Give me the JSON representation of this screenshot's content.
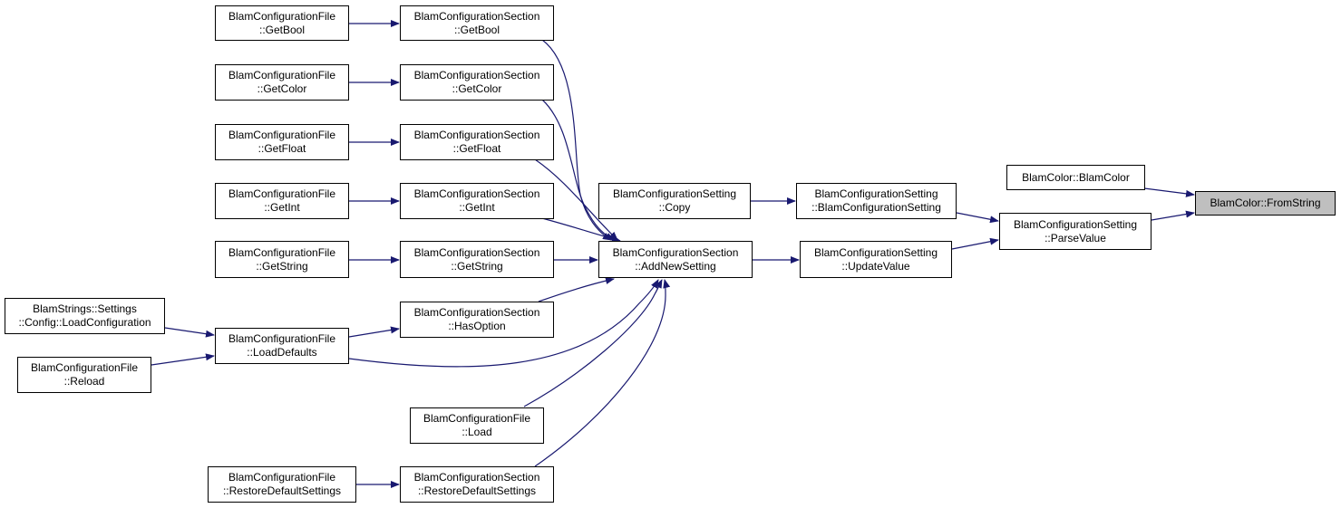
{
  "colors": {
    "edge": "#191970",
    "node_border": "#000000",
    "node_fill": "#ffffff",
    "focus_fill": "#bfbfbf"
  },
  "nodes": {
    "fromstring": {
      "lines": [
        "BlamColor::FromString"
      ]
    },
    "blamcolor_ctor": {
      "lines": [
        "BlamColor::BlamColor"
      ]
    },
    "parsevalue": {
      "lines": [
        "BlamConfigurationSetting",
        "::ParseValue"
      ]
    },
    "setting_ctor": {
      "lines": [
        "BlamConfigurationSetting",
        "::BlamConfigurationSetting"
      ]
    },
    "updatevalue": {
      "lines": [
        "BlamConfigurationSetting",
        "::UpdateValue"
      ]
    },
    "setting_copy": {
      "lines": [
        "BlamConfigurationSetting",
        "::Copy"
      ]
    },
    "addnewsetting": {
      "lines": [
        "BlamConfigurationSection",
        "::AddNewSetting"
      ]
    },
    "sec_getbool": {
      "lines": [
        "BlamConfigurationSection",
        "::GetBool"
      ]
    },
    "sec_getcolor": {
      "lines": [
        "BlamConfigurationSection",
        "::GetColor"
      ]
    },
    "sec_getfloat": {
      "lines": [
        "BlamConfigurationSection",
        "::GetFloat"
      ]
    },
    "sec_getint": {
      "lines": [
        "BlamConfigurationSection",
        "::GetInt"
      ]
    },
    "sec_getstring": {
      "lines": [
        "BlamConfigurationSection",
        "::GetString"
      ]
    },
    "sec_hasoption": {
      "lines": [
        "BlamConfigurationSection",
        "::HasOption"
      ]
    },
    "file_load": {
      "lines": [
        "BlamConfigurationFile",
        "::Load"
      ]
    },
    "sec_restore": {
      "lines": [
        "BlamConfigurationSection",
        "::RestoreDefaultSettings"
      ]
    },
    "file_getbool": {
      "lines": [
        "BlamConfigurationFile",
        "::GetBool"
      ]
    },
    "file_getcolor": {
      "lines": [
        "BlamConfigurationFile",
        "::GetColor"
      ]
    },
    "file_getfloat": {
      "lines": [
        "BlamConfigurationFile",
        "::GetFloat"
      ]
    },
    "file_getint": {
      "lines": [
        "BlamConfigurationFile",
        "::GetInt"
      ]
    },
    "file_getstring": {
      "lines": [
        "BlamConfigurationFile",
        "::GetString"
      ]
    },
    "file_loaddefaults": {
      "lines": [
        "BlamConfigurationFile",
        "::LoadDefaults"
      ]
    },
    "file_restore": {
      "lines": [
        "BlamConfigurationFile",
        "::RestoreDefaultSettings"
      ]
    },
    "strings_loadconfig": {
      "lines": [
        "BlamStrings::Settings",
        "::Config::LoadConfiguration"
      ]
    },
    "file_reload": {
      "lines": [
        "BlamConfigurationFile",
        "::Reload"
      ]
    }
  },
  "edges": [
    {
      "from": "blamcolor_ctor",
      "to": "fromstring"
    },
    {
      "from": "parsevalue",
      "to": "fromstring"
    },
    {
      "from": "setting_ctor",
      "to": "parsevalue"
    },
    {
      "from": "updatevalue",
      "to": "parsevalue"
    },
    {
      "from": "setting_copy",
      "to": "setting_ctor"
    },
    {
      "from": "addnewsetting",
      "to": "updatevalue"
    },
    {
      "from": "sec_getbool",
      "to": "addnewsetting"
    },
    {
      "from": "sec_getcolor",
      "to": "addnewsetting"
    },
    {
      "from": "sec_getfloat",
      "to": "addnewsetting"
    },
    {
      "from": "sec_getint",
      "to": "addnewsetting"
    },
    {
      "from": "sec_getstring",
      "to": "addnewsetting"
    },
    {
      "from": "sec_hasoption",
      "to": "addnewsetting"
    },
    {
      "from": "file_loaddefaults",
      "to": "addnewsetting"
    },
    {
      "from": "file_load",
      "to": "addnewsetting"
    },
    {
      "from": "sec_restore",
      "to": "addnewsetting"
    },
    {
      "from": "file_getbool",
      "to": "sec_getbool"
    },
    {
      "from": "file_getcolor",
      "to": "sec_getcolor"
    },
    {
      "from": "file_getfloat",
      "to": "sec_getfloat"
    },
    {
      "from": "file_getint",
      "to": "sec_getint"
    },
    {
      "from": "file_getstring",
      "to": "sec_getstring"
    },
    {
      "from": "file_loaddefaults",
      "to": "sec_hasoption"
    },
    {
      "from": "strings_loadconfig",
      "to": "file_loaddefaults"
    },
    {
      "from": "file_reload",
      "to": "file_loaddefaults"
    },
    {
      "from": "file_restore",
      "to": "sec_restore"
    }
  ]
}
